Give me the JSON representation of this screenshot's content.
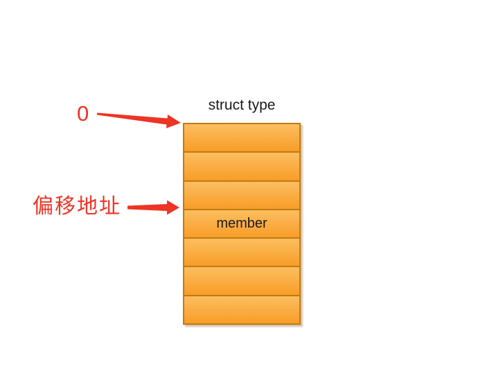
{
  "diagram": {
    "title": "struct type",
    "cells": [
      "",
      "",
      "",
      "member",
      "",
      "",
      ""
    ],
    "annotations": {
      "zero_label": "0",
      "offset_label": "偏移地址"
    },
    "colors": {
      "cell_gradient_top": "#fcbe60",
      "cell_gradient_bottom": "#f89d28",
      "cell_border": "#be7b11",
      "arrow_red": "#ee3425",
      "text_black": "#1a1a1a"
    }
  }
}
